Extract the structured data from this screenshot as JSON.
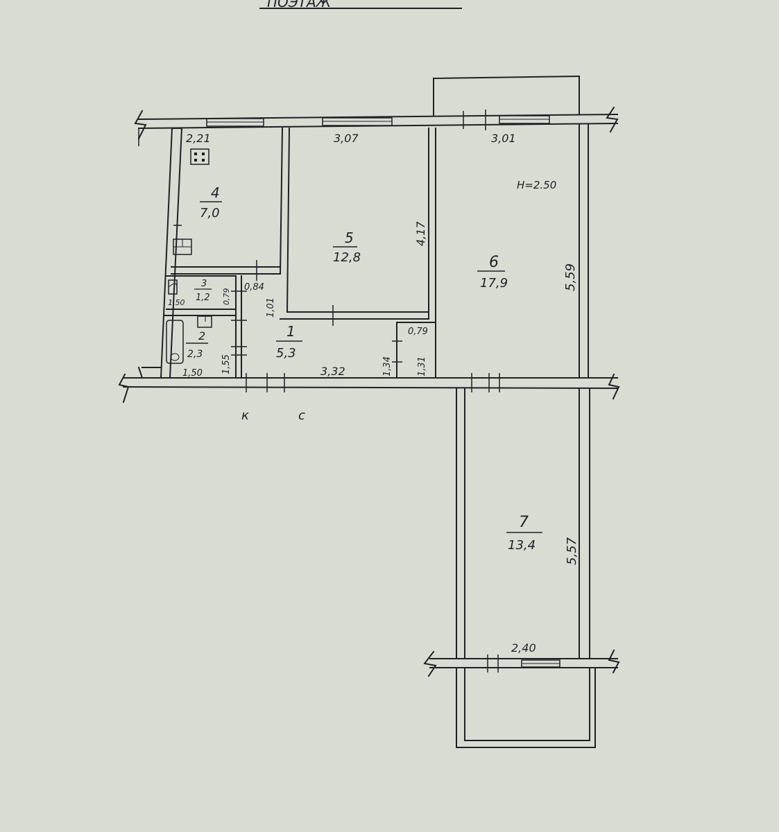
{
  "sheet": {
    "background": "#d8dcd3",
    "ink": "#1e2024",
    "header_text": "ПОЭТАЖ"
  },
  "ceiling_height": "H=2.50",
  "rooms": [
    {
      "number": "1",
      "area": "5,3"
    },
    {
      "number": "2",
      "area": "2,3"
    },
    {
      "number": "3",
      "area": "1,2"
    },
    {
      "number": "4",
      "area": "7,0"
    },
    {
      "number": "5",
      "area": "12,8"
    },
    {
      "number": "6",
      "area": "17,9"
    },
    {
      "number": "7",
      "area": "13,4"
    }
  ],
  "dimensions": {
    "kitchen_width": "2,21",
    "room5_width": "3,07",
    "room6_width": "3,01",
    "room5_depth": "4,17",
    "room6_depth": "5,59",
    "room7_depth": "5,57",
    "room7_width": "2,40",
    "wc_width": "1,50",
    "wc_depth": "0,79",
    "corridor_depth": "0,84",
    "hall_door_side": "1,01",
    "bath_width": "1,50",
    "bath_depth": "1,55",
    "hall_length": "3,32",
    "hall_depth": "1,34",
    "niche_width": "0,79",
    "niche_depth": "1,31"
  },
  "marks": {
    "entrance": "к",
    "entrance_2": "с"
  }
}
